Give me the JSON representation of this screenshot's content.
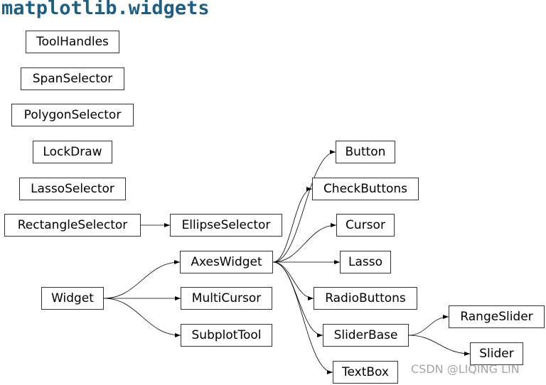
{
  "title": "matplotlib.widgets",
  "nodes": {
    "toolhandles": "ToolHandles",
    "spanselector": "SpanSelector",
    "polygonselector": "PolygonSelector",
    "lockdraw": "LockDraw",
    "lassoselector": "LassoSelector",
    "rectangleselector": "RectangleSelector",
    "ellipseselector": "EllipseSelector",
    "button": "Button",
    "checkbuttons": "CheckButtons",
    "cursor": "Cursor",
    "axeswidget": "AxesWidget",
    "lasso": "Lasso",
    "widget": "Widget",
    "multicursor": "MultiCursor",
    "radiobuttons": "RadioButtons",
    "rangeslider": "RangeSlider",
    "sliderbase": "SliderBase",
    "subplottool": "SubplotTool",
    "slider": "Slider",
    "textbox": "TextBox"
  },
  "edges": [
    [
      "rectangleselector",
      "ellipseselector"
    ],
    [
      "widget",
      "axeswidget"
    ],
    [
      "widget",
      "multicursor"
    ],
    [
      "widget",
      "subplottool"
    ],
    [
      "axeswidget",
      "button"
    ],
    [
      "axeswidget",
      "checkbuttons"
    ],
    [
      "axeswidget",
      "cursor"
    ],
    [
      "axeswidget",
      "lasso"
    ],
    [
      "axeswidget",
      "radiobuttons"
    ],
    [
      "axeswidget",
      "sliderbase"
    ],
    [
      "axeswidget",
      "textbox"
    ],
    [
      "sliderbase",
      "rangeslider"
    ],
    [
      "sliderbase",
      "slider"
    ]
  ],
  "watermark": "CSDN @LIQING LIN"
}
